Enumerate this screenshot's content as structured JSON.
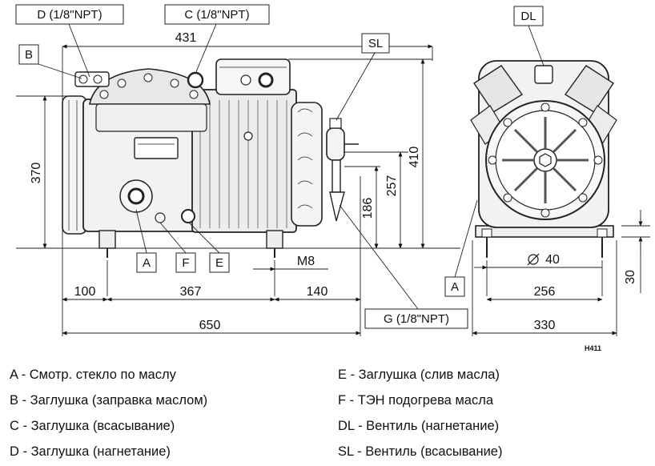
{
  "callouts": {
    "D": "D  (1/8\"NPT)",
    "C": "C  (1/8\"NPT)",
    "B": "B",
    "SL": "SL",
    "DL": "DL",
    "A_front": "A",
    "F": "F",
    "E": "E",
    "G": "G  (1/8\"NPT)",
    "A_side": "A"
  },
  "dimensions": {
    "d431": "431",
    "d370": "370",
    "d410": "410",
    "d257": "257",
    "d186": "186",
    "m8": "M8",
    "d100": "100",
    "d367": "367",
    "d140": "140",
    "d650": "650",
    "d40": "40",
    "d256": "256",
    "d330": "330",
    "d30": "30"
  },
  "drawing_code": "H411",
  "legend": {
    "left": [
      "A - Смотр. стекло по маслу",
      "B - Заглушка (заправка маслом)",
      "C - Заглушка (всасывание)",
      "D - Заглушка (нагнетание)"
    ],
    "right": [
      "E - Заглушка (слив масла)",
      "F - ТЭН подогрева масла",
      "DL - Вентиль (нагнетание)",
      "SL - Вентиль (всасывание)"
    ]
  }
}
